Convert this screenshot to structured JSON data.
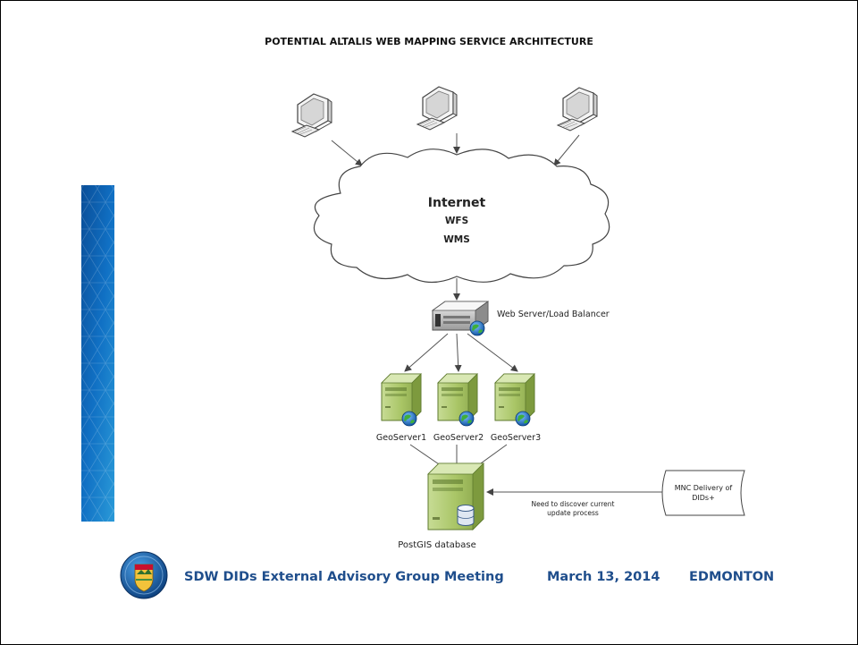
{
  "title": "POTENTIAL ALTALIS WEB MAPPING SERVICE ARCHITECTURE",
  "cloud": {
    "heading": "Internet",
    "line1": "WFS",
    "line2": "WMS"
  },
  "web_server": {
    "label": "Web Server/Load Balancer"
  },
  "geoservers": [
    {
      "label": "GeoServer1"
    },
    {
      "label": "GeoServer2"
    },
    {
      "label": "GeoServer3"
    }
  ],
  "database": {
    "label": "PostGIS database"
  },
  "mnc_delivery": {
    "line1": "MNC Delivery of",
    "line2": "DIDs+"
  },
  "note": {
    "line1": "Need to discover current",
    "line2": "update process"
  },
  "footer": {
    "event": "SDW DIDs External Advisory Group Meeting",
    "date": "March 13, 2014",
    "city": "EDMONTON"
  },
  "colors": {
    "side_band": "#0d5aa7",
    "footer_text": "#1f4e8c",
    "server_green": "#9ab85a",
    "connector": "#555555"
  },
  "icons": [
    "desktop-computer-icon",
    "cloud-icon",
    "web-server-icon",
    "globe-icon",
    "database-icon",
    "alberta-logo-icon"
  ]
}
